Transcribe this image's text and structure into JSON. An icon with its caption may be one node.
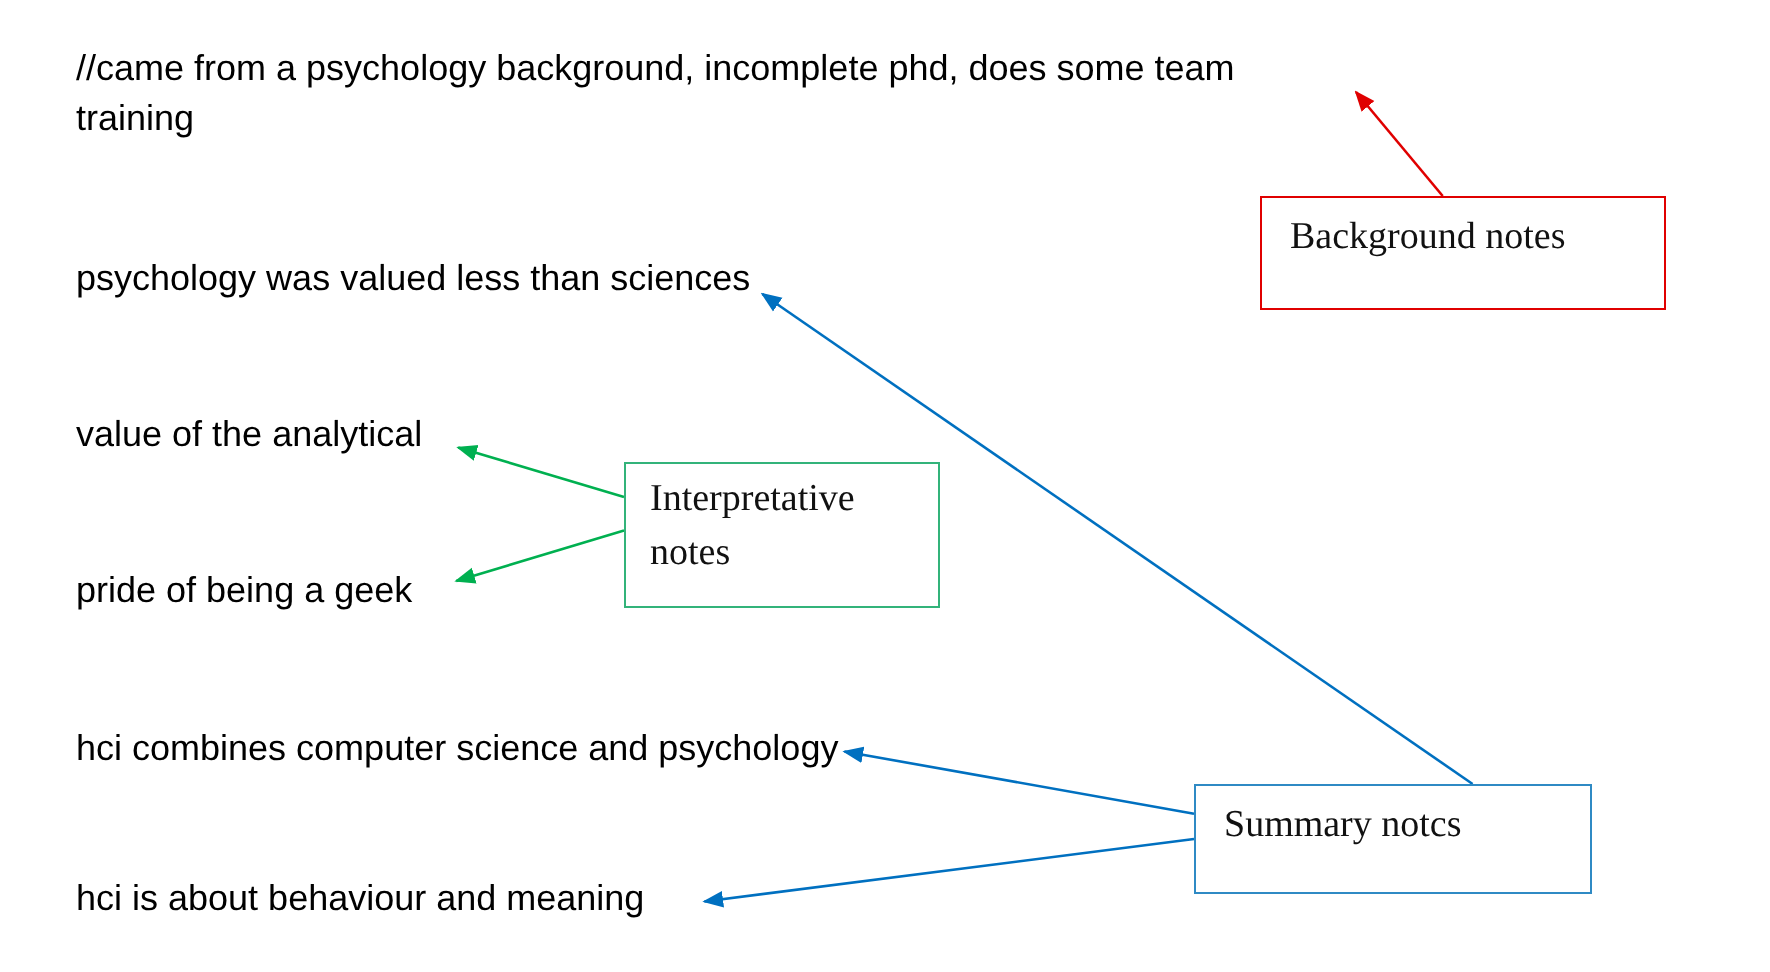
{
  "diagram": {
    "nodes": [
      {
        "text": [
          "//came from a psychology background, incomplete phd, does some team training"
        ]
      },
      {
        "text": [
          "Background notes"
        ]
      },
      {
        "text": [
          "psychology was valued less than sciences"
        ]
      },
      {
        "text": [
          "value of the analytical"
        ]
      },
      {
        "text": [
          "Interpretative notes"
        ]
      },
      {
        "text": [
          "pride of being a geek"
        ]
      },
      {
        "text": [
          "hci combines computer science and psychology"
        ]
      },
      {
        "text": [
          "Summary notcs"
        ]
      },
      {
        "text": [
          "hci is about behaviour and meaning"
        ]
      }
    ],
    "edges": [
      {
        "from": 1,
        "to": 0,
        "arrow": "to",
        "color": "#e00000"
      },
      {
        "from": 4,
        "to": 3,
        "arrow": "to",
        "color": "#00b050"
      },
      {
        "from": 4,
        "to": 5,
        "arrow": "to",
        "color": "#00b050"
      },
      {
        "from": 7,
        "to": 2,
        "arrow": "to",
        "color": "#0070c0"
      },
      {
        "from": 7,
        "to": 6,
        "arrow": "to",
        "color": "#0070c0"
      },
      {
        "from": 7,
        "to": 8,
        "arrow": "to",
        "color": "#0070c0"
      }
    ]
  }
}
